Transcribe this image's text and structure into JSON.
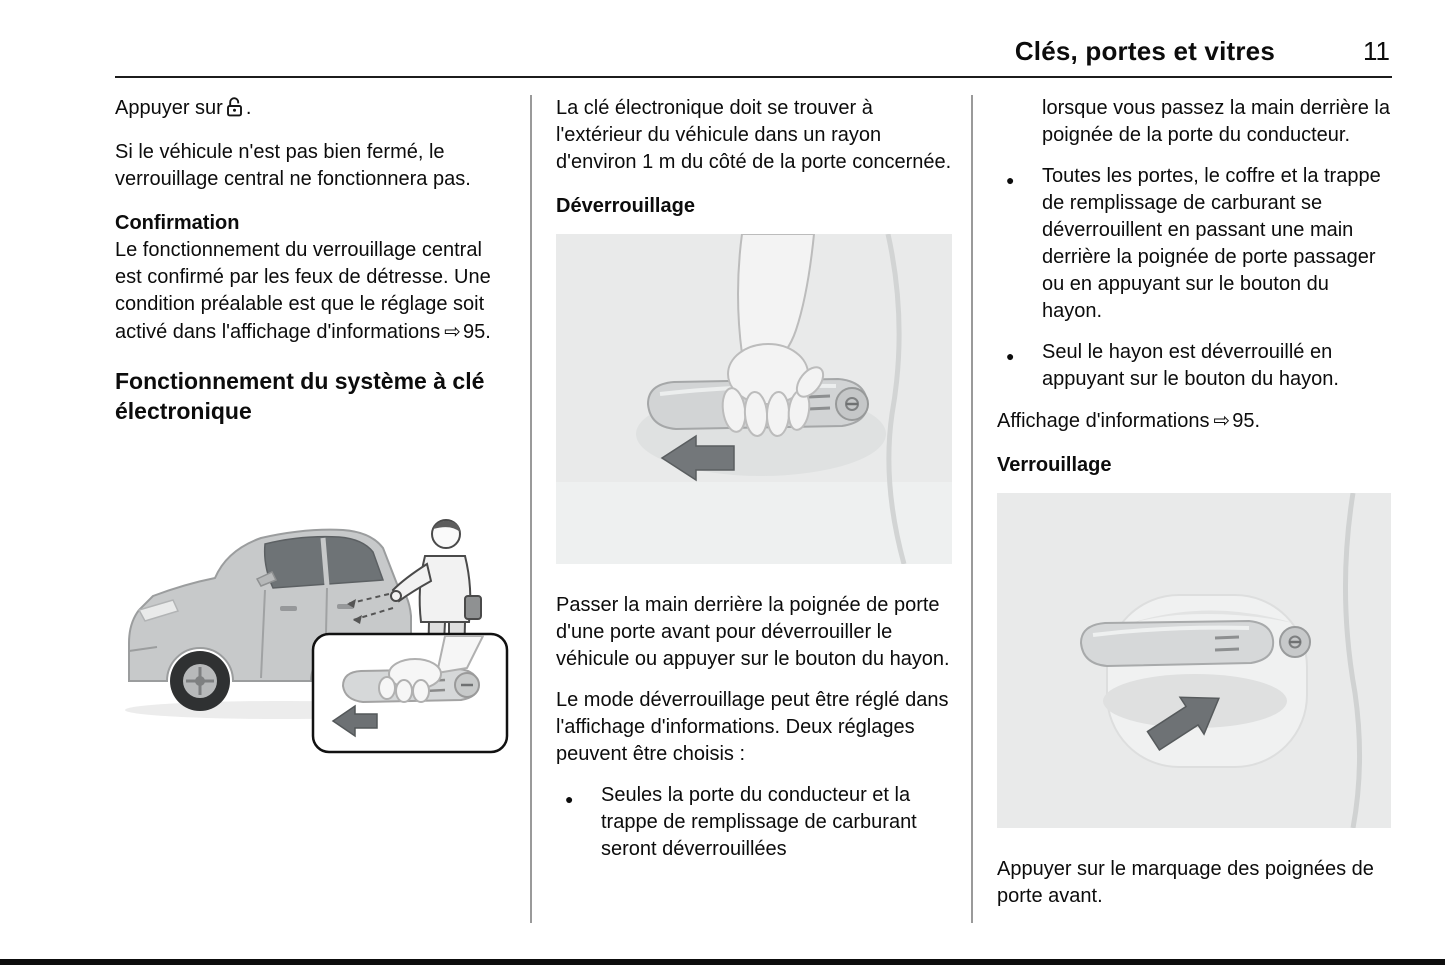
{
  "header": {
    "title": "Clés, portes et vitres",
    "page_number": "11"
  },
  "icons": {
    "page_ref_arrow": "⇨",
    "unlock_button": "unlock"
  },
  "col1": {
    "press_text": "Appuyer sur",
    "press_suffix": ".",
    "para_not_closed": "Si le véhicule n'est pas bien fermé, le verrouillage central ne fonctionnera pas.",
    "heading_confirmation": "Confirmation",
    "para_confirmation": "Le fonctionnement du verrouillage central est confirmé par les feux de détresse. Une condition préalable est que le réglage soit activé dans l'affichage d'informations",
    "para_confirmation_ref": "95.",
    "heading_system": "Fonctionnement du système à clé électronique"
  },
  "col2": {
    "para_key_range": "La clé électronique doit se trouver à l'extérieur du véhicule dans un rayon d'environ 1 m du côté de la porte concernée.",
    "heading_unlock": "Déverrouillage",
    "para_unlock_handle": "Passer la main derrière la poignée de porte d'une porte avant pour déverrouiller le véhicule ou appuyer sur le bouton du hayon.",
    "para_unlock_mode": "Le mode déverrouillage peut être réglé dans l'affichage d'informations. Deux réglages peuvent être choisis :",
    "bullet_driver_door": "Seules la porte du conducteur et la trappe de remplissage de carburant seront déverrouillées"
  },
  "col3": {
    "bullet_driver_door_cont": "lorsque vous passez la main derrière la poignée de la porte du conducteur.",
    "bullet_all_doors": "Toutes les portes, le coffre et la trappe de remplissage de carburant se déverrouillent en passant une main derrière la poignée de porte passager ou en appuyant sur le bouton du hayon.",
    "bullet_tailgate": "Seul le hayon est déverrouillé en appuyant sur le bouton du hayon.",
    "para_info_display": "Affichage d'informations",
    "para_info_display_ref": "95.",
    "heading_lock": "Verrouillage",
    "para_press_marking": "Appuyer sur le marquage des poignées de porte avant."
  }
}
